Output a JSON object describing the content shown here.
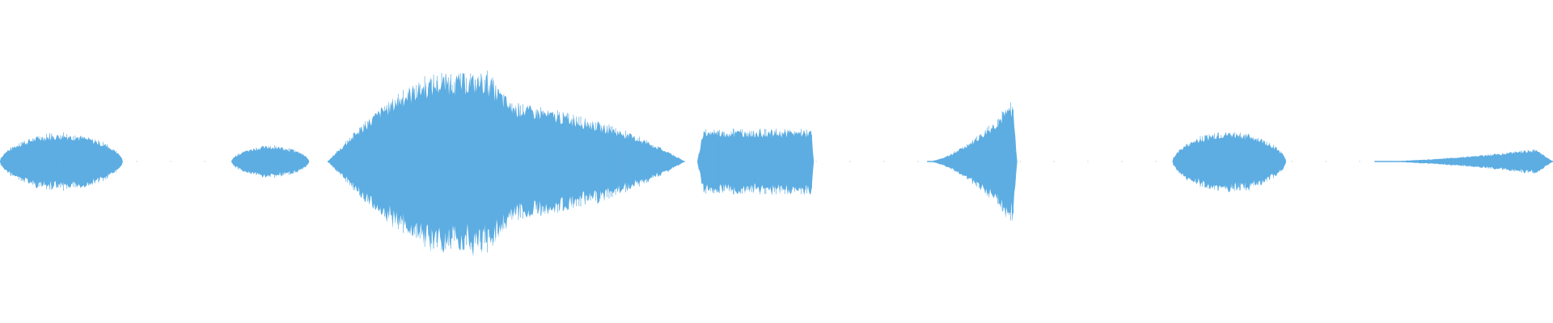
{
  "waveform": {
    "color": "#5dade2",
    "background": "#ffffff",
    "segments": [
      {
        "name": "segment-1",
        "start": 0.0,
        "end": 0.079,
        "peak": 0.16,
        "attack": 0.3,
        "release": 0.3,
        "shape": "bulge"
      },
      {
        "name": "segment-2",
        "start": 0.149,
        "end": 0.199,
        "peak": 0.09,
        "attack": 0.5,
        "release": 0.5,
        "shape": "bulge"
      },
      {
        "name": "segment-3",
        "start": 0.211,
        "end": 0.441,
        "peak": 0.5,
        "attack": 0.35,
        "release": 0.65,
        "shape": "envelope"
      },
      {
        "name": "segment-4",
        "start": 0.449,
        "end": 0.524,
        "peak": 0.18,
        "attack": 0.05,
        "release": 0.02,
        "shape": "block"
      },
      {
        "name": "segment-5",
        "start": 0.597,
        "end": 0.655,
        "peak": 0.34,
        "attack": 0.95,
        "release": 0.05,
        "shape": "ramp"
      },
      {
        "name": "segment-6",
        "start": 0.755,
        "end": 0.828,
        "peak": 0.17,
        "attack": 0.4,
        "release": 0.4,
        "shape": "bulge"
      },
      {
        "name": "segment-7",
        "start": 0.885,
        "end": 1.0,
        "peak": 0.07,
        "attack": 0.9,
        "release": 0.1,
        "shape": "ramp"
      }
    ]
  }
}
